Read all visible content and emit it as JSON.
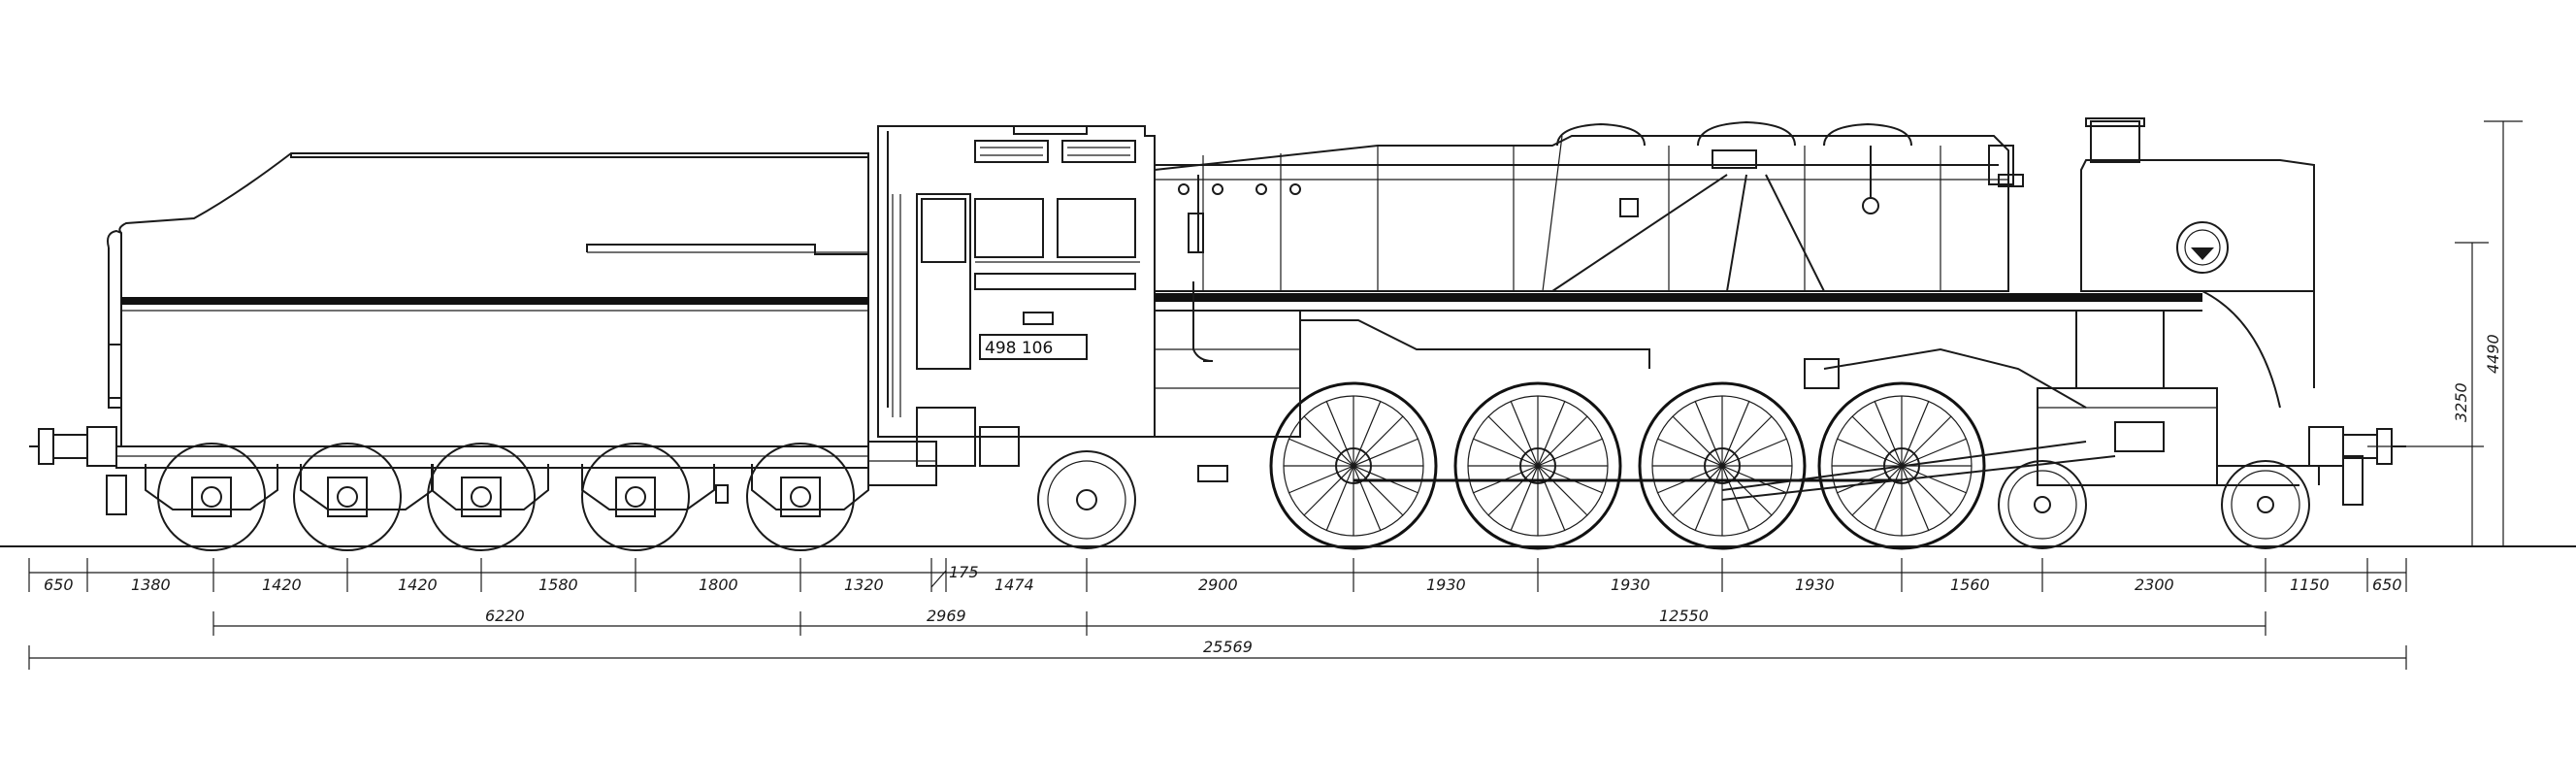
{
  "locomotive": {
    "number_plate": "498 106"
  },
  "dimensions": {
    "row1": [
      "650",
      "1380",
      "1420",
      "1420",
      "1580",
      "1800",
      "1320",
      "1474",
      "2900",
      "1930",
      "1930",
      "1930",
      "1560",
      "2300",
      "1150",
      "650"
    ],
    "small": "175",
    "row2": [
      "6220",
      "2969",
      "12550"
    ],
    "overall": "25569",
    "height_buffer": "3250",
    "height_total": "4490"
  },
  "colors": {
    "ink": "#1a1a1a",
    "paper": "#ffffff"
  }
}
